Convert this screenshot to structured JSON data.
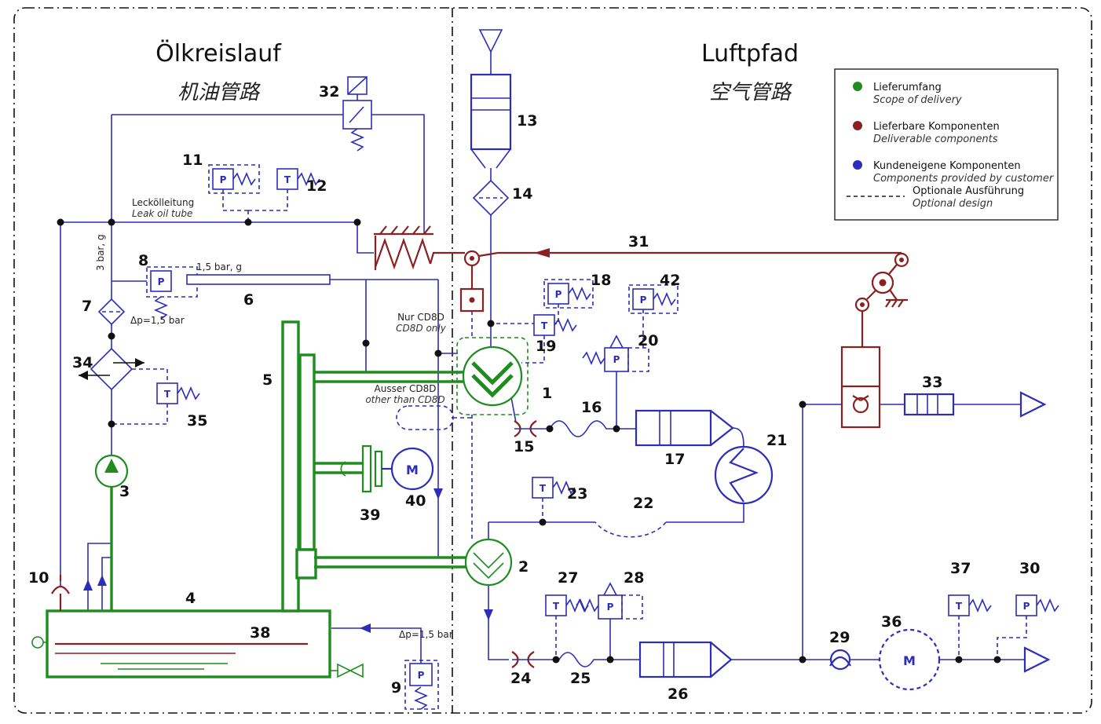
{
  "diagram": {
    "left": {
      "title_de": "Ölkreislauf",
      "title_zh": "机油管路"
    },
    "right": {
      "title_de": "Luftpfad",
      "title_zh": "空气管路"
    }
  },
  "legend": {
    "items": [
      {
        "marker": "dot",
        "color": "#1e8c1e",
        "de": "Lieferumfang",
        "en": "Scope of delivery"
      },
      {
        "marker": "dot",
        "color": "#8b2020",
        "de": "Lieferbare Komponenten",
        "en": "Deliverable components"
      },
      {
        "marker": "dot",
        "color": "#2d2dbb",
        "de": "Kundeneigene Komponenten",
        "en": "Components provided by customer"
      },
      {
        "marker": "dashed-line",
        "color": "#222222",
        "de": "Optionale Ausführung",
        "en": "Optional design"
      }
    ]
  },
  "annotations": {
    "leak_de": "Leckölleitung",
    "leak_en": "Leak oil tube",
    "bar3": "3 bar, g",
    "bar15": "1,5 bar, g",
    "dp15_top": "Δp=1,5 bar",
    "dp15_bottom": "Δp=1,5 bar",
    "cd8d_only_de": "Nur CD8D",
    "cd8d_only_en": "CD8D only",
    "cd8d_other_de": "Ausser CD8D",
    "cd8d_other_en": "other than CD8D"
  },
  "symbols": {
    "pressure": "P",
    "temperature": "T",
    "motor": "M"
  },
  "labels": {
    "n1": "1",
    "n2": "2",
    "n3": "3",
    "n4": "4",
    "n5": "5",
    "n6": "6",
    "n7": "7",
    "n8": "8",
    "n9": "9",
    "n10": "10",
    "n11": "11",
    "n12": "12",
    "n13": "13",
    "n14": "14",
    "n15": "15",
    "n16": "16",
    "n17": "17",
    "n18": "18",
    "n19": "19",
    "n20": "20",
    "n21": "21",
    "n22": "22",
    "n23": "23",
    "n24": "24",
    "n25": "25",
    "n26": "26",
    "n27": "27",
    "n28": "28",
    "n29": "29",
    "n30": "30",
    "n31": "31",
    "n32": "32",
    "n33": "33",
    "n34": "34",
    "n35": "35",
    "n36": "36",
    "n37": "37",
    "n38": "38",
    "n39": "39",
    "n40": "40",
    "n42": "42"
  },
  "colors": {
    "scope": "#1e8c1e",
    "deliverable": "#8b2020",
    "customer": "#2d2dbb"
  }
}
